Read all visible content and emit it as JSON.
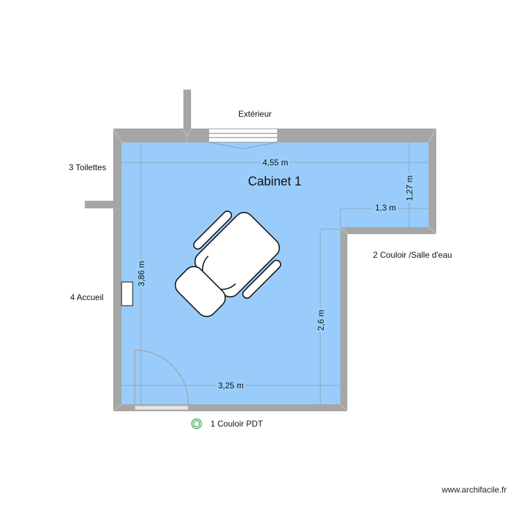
{
  "plan": {
    "room_title": "Cabinet 1",
    "colors": {
      "floor": "#99ccfa",
      "wall": "#a6a6a6",
      "dimension_line": "#8fa8bd",
      "furniture_fill": "#ffffff",
      "furniture_stroke": "#111111",
      "marker": "#2ea84a"
    },
    "dimensions": {
      "top_width": "4,55 m",
      "left_height": "3,86 m",
      "right_notch_height": "1,27 m",
      "notch_width": "1,3 m",
      "inner_right_height": "2,6 m",
      "bottom_width": "3,25 m"
    },
    "adjacent_rooms": {
      "top": "Extérieur",
      "top_left": "3 Toilettes",
      "left": "4 Accueil",
      "right": "2 Couloir /Salle d'eau",
      "bottom": "1 Couloir PDT"
    },
    "furniture": [
      {
        "type": "examination-chair",
        "label": ""
      }
    ]
  },
  "footer": {
    "watermark": "www.archifacile.fr"
  }
}
